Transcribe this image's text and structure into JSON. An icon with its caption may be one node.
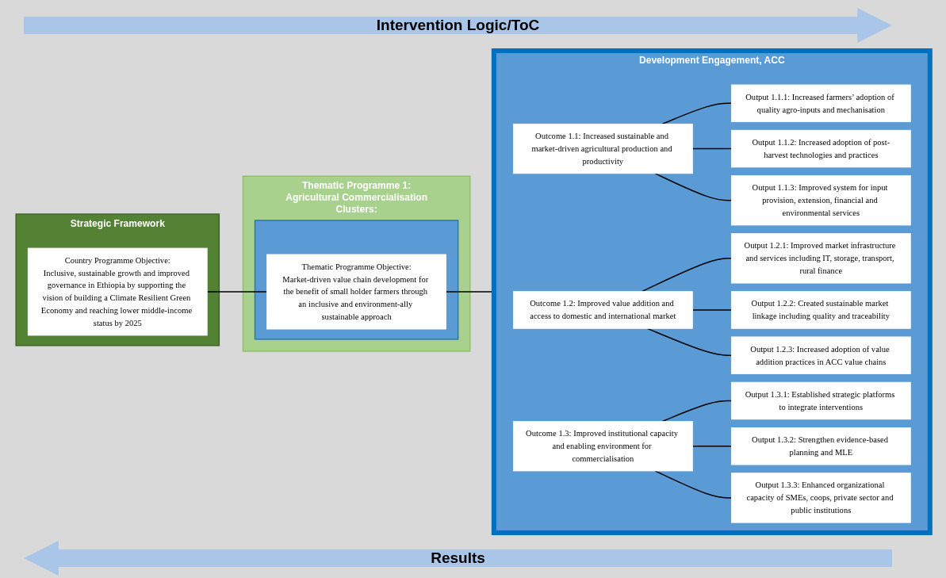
{
  "diagram": {
    "nodes": [
      {
        "text": [
          "Strategic Framework"
        ]
      },
      {
        "text": [
          "Country Programme Objective:",
          "Inclusive, sustainable growth and improved governance in Ethiopia by supporting the vision of building a Climate Resilient Green Economy and reaching lower middle-income status by 2025"
        ],
        "in": 0
      },
      {
        "text": [
          "Thematic Programme 1: Agricultural Commercialisation Clusters:"
        ]
      },
      {
        "text": [],
        "shape": "box",
        "in": 2
      },
      {
        "text": [
          "Thematic Programme Objective:",
          "Market-driven value chain development for the benefit of small holder farmers through an inclusive and environment-ally sustainable approach"
        ],
        "in": 3
      },
      {
        "text": [
          "Development Engagement, ACC"
        ]
      },
      {
        "text": [
          "Outcome 1.1: Increased sustainable and market-driven agricultural production and productivity"
        ],
        "in": 5
      },
      {
        "text": [
          "Output 1.1.1: Increased farmers’ adoption of quality agro-inputs and mechanisation"
        ],
        "in": 5
      },
      {
        "text": [
          "Output 1.1.2: Increased adoption of post-harvest technologies and practices"
        ],
        "in": 5
      },
      {
        "text": [
          "Output 1.1.3: Improved system for input provision, extension, financial and environmental services"
        ],
        "in": 5
      },
      {
        "text": [
          "Outcome 1.2: Improved value addition and access to domestic and international market"
        ],
        "in": 5
      },
      {
        "text": [
          "Output 1.2.1: Improved market infrastructure and services including IT, storage, transport, rural finance"
        ],
        "in": 5
      },
      {
        "text": [
          "Output 1.2.2: Created sustainable market linkage including quality and traceability"
        ],
        "in": 5
      },
      {
        "text": [
          "Output 1.2.3: Increased adoption of value addition practices in ACC value chains"
        ],
        "in": 5
      },
      {
        "text": [
          "Outcome 1.3: Improved institutional capacity and enabling environment for commercialisation"
        ],
        "in": 5
      },
      {
        "text": [
          "Output 1.3.1: Established strategic platforms to integrate interventions"
        ],
        "in": 5
      },
      {
        "text": [
          "Output 1.3.2: Strengthen evidence-based planning and MLE"
        ],
        "in": 5
      },
      {
        "text": [
          "Output 1.3.3: Enhanced organizational capacity of SMEs, coops, private sector and public institutions"
        ],
        "in": 5
      }
    ],
    "edges": [
      {
        "from": 1,
        "to": 4,
        "arrow": "none"
      },
      {
        "from": 4,
        "to": 5,
        "arrow": "none"
      },
      {
        "from": 6,
        "to": 7,
        "arrow": "none"
      },
      {
        "from": 6,
        "to": 8,
        "arrow": "none"
      },
      {
        "from": 6,
        "to": 9,
        "arrow": "none"
      },
      {
        "from": 10,
        "to": 11,
        "arrow": "none"
      },
      {
        "from": 10,
        "to": 12,
        "arrow": "none"
      },
      {
        "from": 10,
        "to": 13,
        "arrow": "none"
      },
      {
        "from": 14,
        "to": 15,
        "arrow": "none"
      },
      {
        "from": 14,
        "to": 16,
        "arrow": "none"
      },
      {
        "from": 14,
        "to": 17,
        "arrow": "none"
      }
    ],
    "labels": [
      "Intervention Logic/ToC",
      "Results"
    ]
  }
}
